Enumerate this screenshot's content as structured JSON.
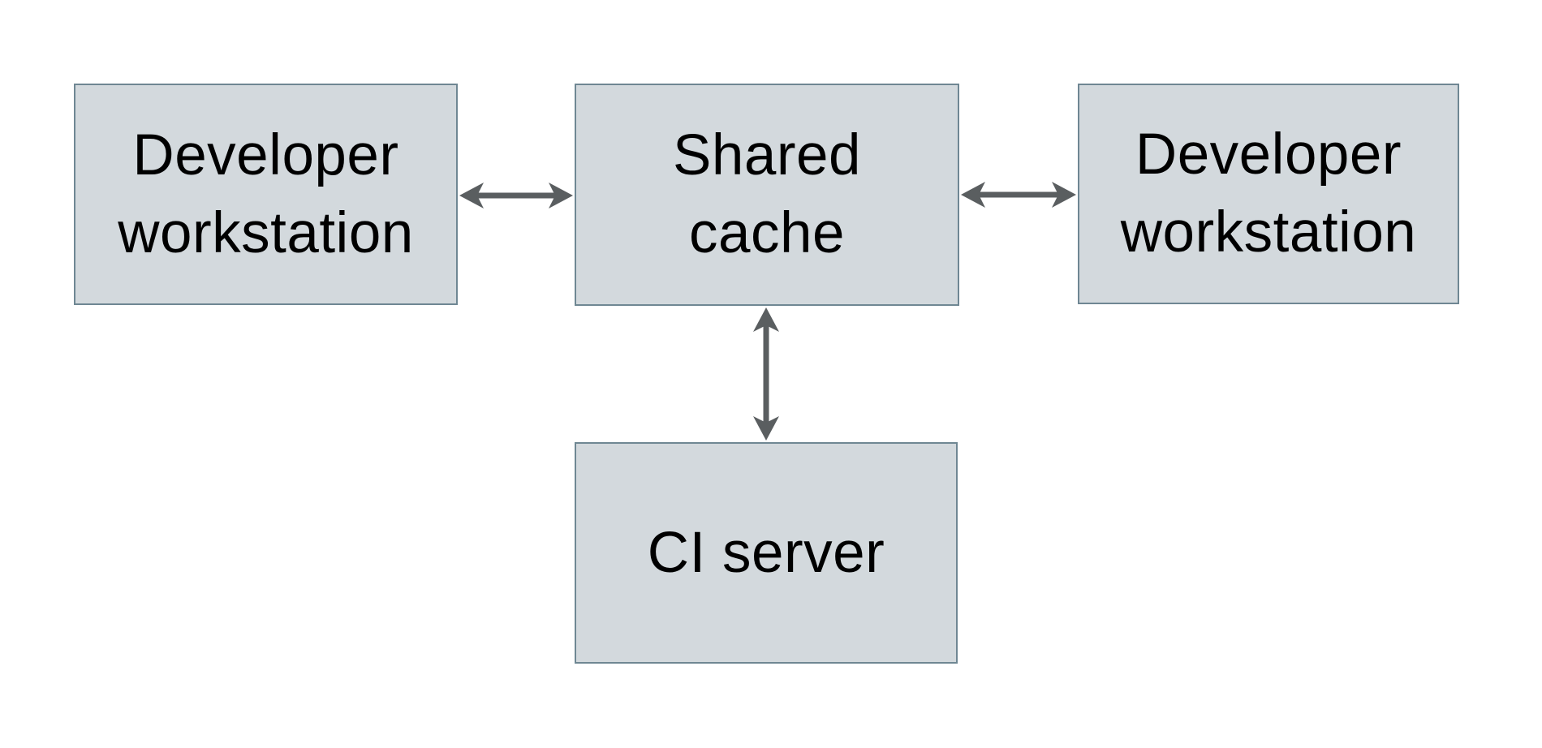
{
  "diagram": {
    "title": "",
    "nodes": [
      {
        "id": "workstation-left",
        "label": "Developer workstation"
      },
      {
        "id": "shared-cache",
        "label": "Shared cache"
      },
      {
        "id": "workstation-right",
        "label": "Developer workstation"
      },
      {
        "id": "ci-server",
        "label": "CI server"
      }
    ],
    "edges": [
      {
        "from": "workstation-left",
        "to": "shared-cache",
        "direction": "bidirectional"
      },
      {
        "from": "shared-cache",
        "to": "workstation-right",
        "direction": "bidirectional"
      },
      {
        "from": "shared-cache",
        "to": "ci-server",
        "direction": "bidirectional"
      }
    ]
  },
  "colors": {
    "background": "#ffffff",
    "node_fill": "#d3d9dd",
    "node_border": "#6f8793",
    "arrow": "#5a5e60",
    "text": "#000000"
  }
}
